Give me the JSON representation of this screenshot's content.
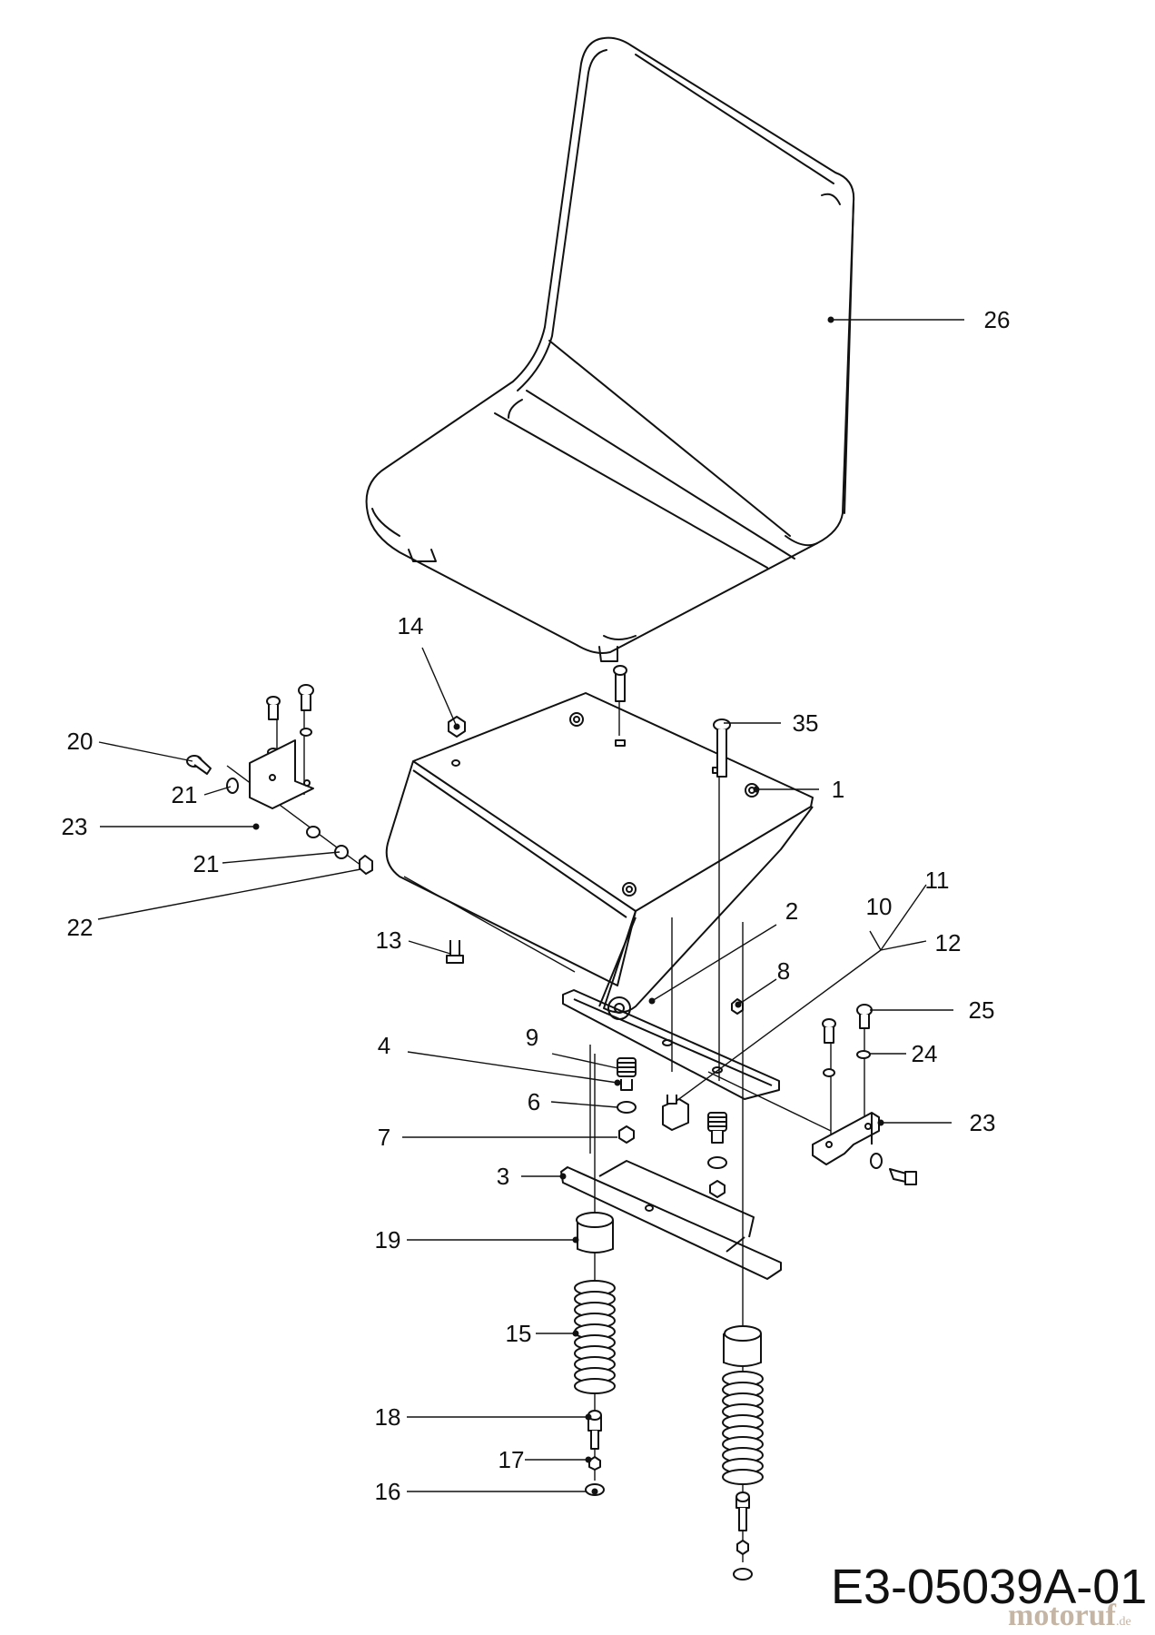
{
  "drawing_number": "E3-05039A-01",
  "watermark": {
    "text": "motoruf",
    "suffix": ".de"
  },
  "callouts": [
    "26",
    "14",
    "35",
    "1",
    "20",
    "21",
    "23",
    "21",
    "22",
    "13",
    "2",
    "11",
    "10",
    "12",
    "8",
    "9",
    "4",
    "6",
    "7",
    "3",
    "19",
    "15",
    "18",
    "17",
    "16",
    "25",
    "24",
    "23"
  ]
}
